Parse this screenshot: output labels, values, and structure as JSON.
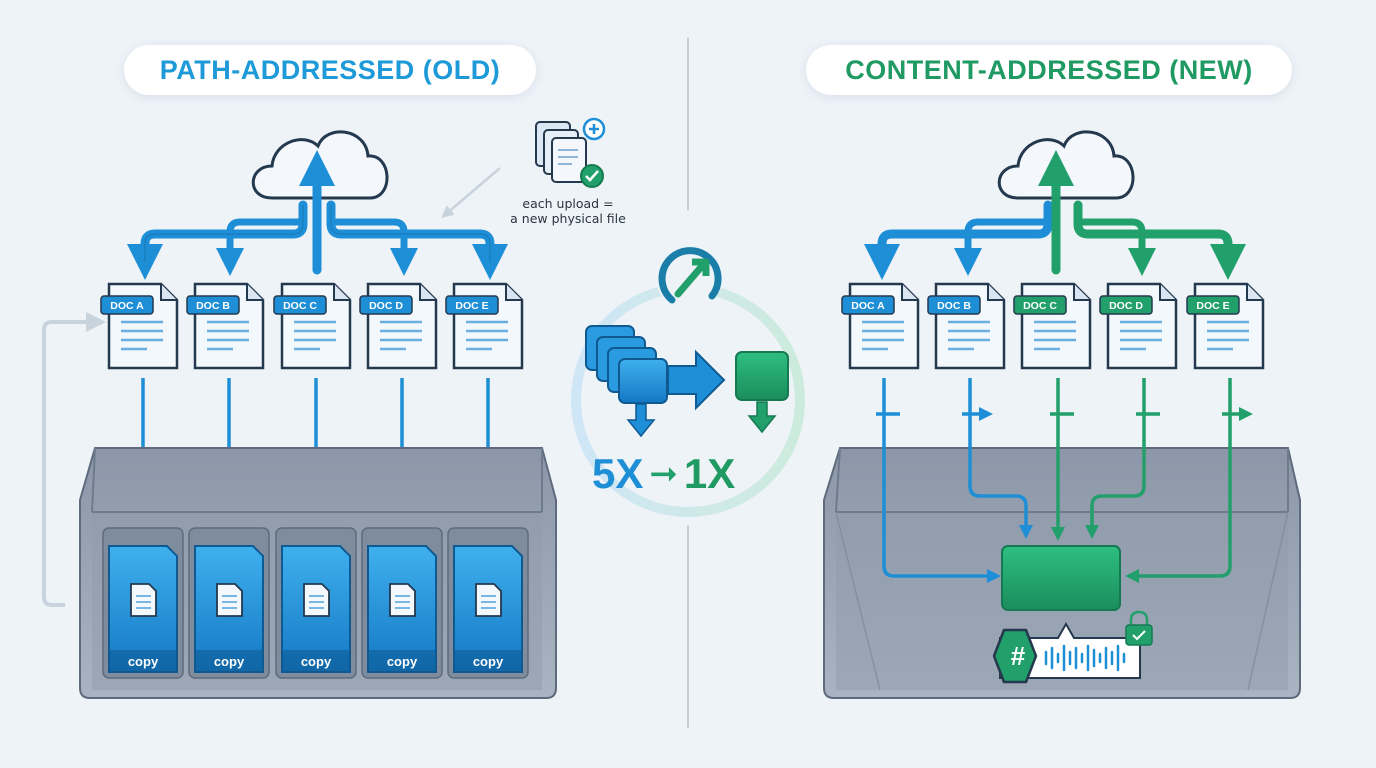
{
  "left": {
    "title": "PATH-ADDRESSED (OLD)",
    "docs": [
      "DOC A",
      "DOC B",
      "DOC C",
      "DOC D",
      "DOC E"
    ],
    "copies": [
      "copy",
      "copy",
      "copy",
      "copy",
      "copy"
    ]
  },
  "right": {
    "title": "CONTENT-ADDRESSED (NEW)",
    "docs": [
      "DOC A",
      "DOC B",
      "DOC C",
      "DOC D",
      "DOC E"
    ],
    "hash_symbol": "#"
  },
  "note": {
    "line1": "each upload =",
    "line2": "a new physical file"
  },
  "ratio": {
    "from": "5X",
    "to": "1X"
  },
  "colors": {
    "blue": "#1e8fd6",
    "blue_dark": "#146aa8",
    "green": "#22a06b",
    "green_dark": "#157a52",
    "old_title": "#1e9ad9",
    "new_title": "#1f9a63"
  },
  "icons": [
    "cloud-icon",
    "document-icon",
    "refresh-icon",
    "hash-icon",
    "lock-icon",
    "check-icon",
    "plus-icon",
    "waveform-icon"
  ]
}
